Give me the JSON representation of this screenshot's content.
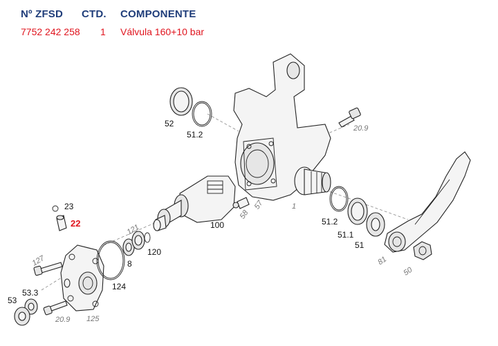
{
  "header": {
    "col_zfsd": "Nº ZFSD",
    "col_ctd": "CTD.",
    "col_componente": "COMPONENTE"
  },
  "row": {
    "zfsd": "7752 242 258",
    "ctd": "1",
    "componente": "Válvula 160+10 bar"
  },
  "callouts": {
    "c52": "52",
    "c51_2a": "51.2",
    "c20_9a": "20.9",
    "c57": "57",
    "c58": "58",
    "c1": "1",
    "c23": "23",
    "c22": "22",
    "c121": "121",
    "c100": "100",
    "c51_2b": "51.2",
    "c51_1": "51.1",
    "c51": "51",
    "c81": "81",
    "c50": "50",
    "c127": "127",
    "c8": "8",
    "c120": "120",
    "c124": "124",
    "c53_3": "53.3",
    "c53": "53",
    "c20_9b": "20.9",
    "c125": "125"
  },
  "colors": {
    "header": "#1f3d7a",
    "highlight": "#e0141e"
  }
}
